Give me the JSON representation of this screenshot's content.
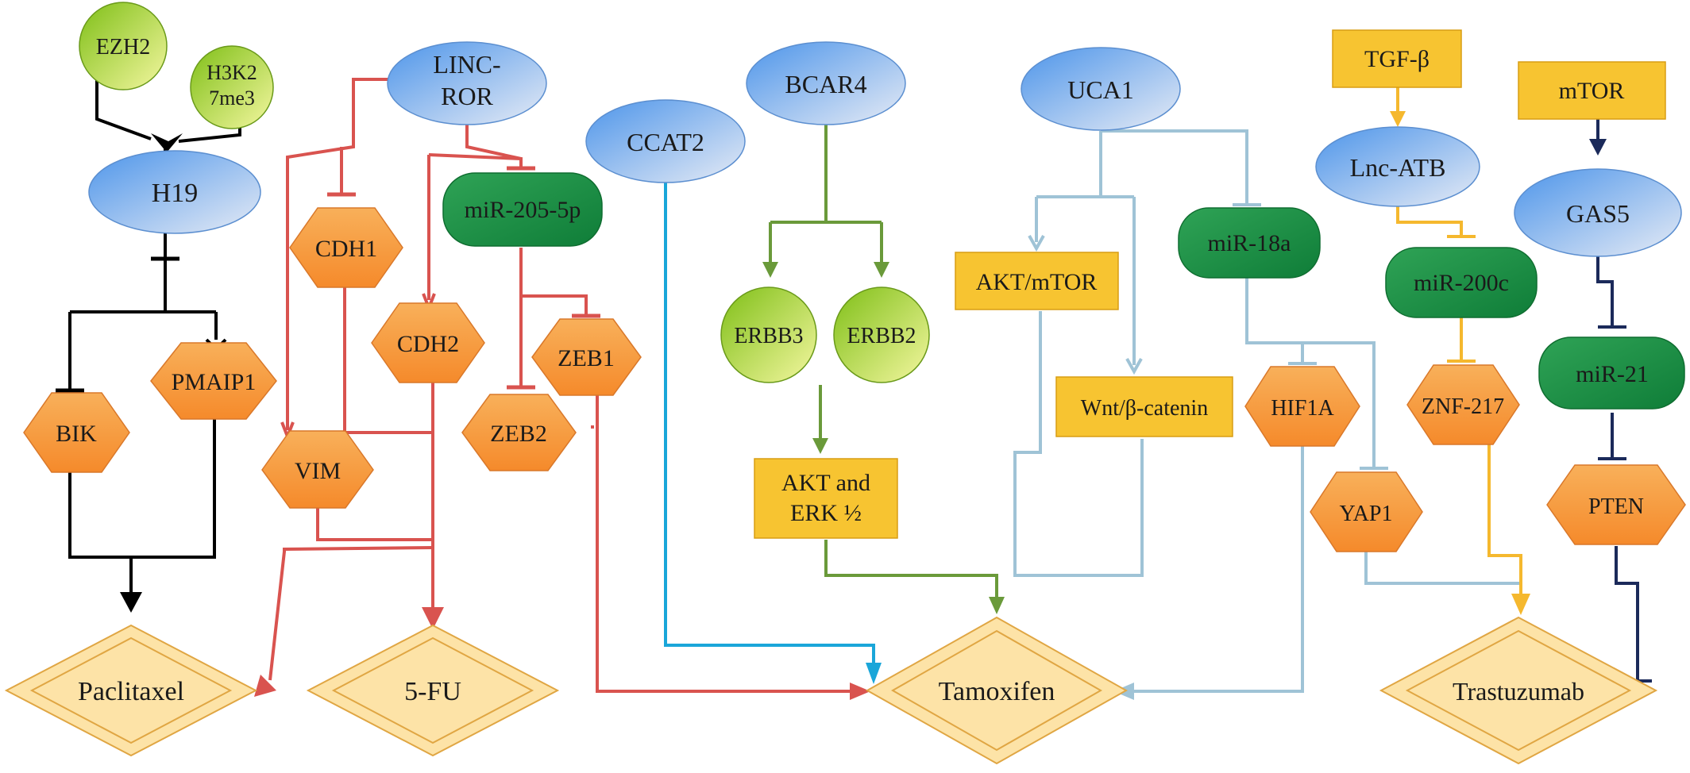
{
  "nodes": {
    "ezh2": "EZH2",
    "h3k27_line1": "H3K2",
    "h3k27_line2": "7me3",
    "h19": "H19",
    "bik": "BIK",
    "pmaip1": "PMAIP1",
    "paclitaxel": "Paclitaxel",
    "linc_ror_line1": "LINC-",
    "linc_ror_line2": "ROR",
    "cdh1": "CDH1",
    "cdh2": "CDH2",
    "vim": "VIM",
    "mir205": "miR-205-5p",
    "zeb1": "ZEB1",
    "zeb2": "ZEB2",
    "fu5": "5-FU",
    "ccat2": "CCAT2",
    "bcar4": "BCAR4",
    "erbb3": "ERBB3",
    "erbb2": "ERBB2",
    "akt_erk_line1": "AKT and",
    "akt_erk_line2": "ERK ½",
    "uca1": "UCA1",
    "akt_mtor": "AKT/mTOR",
    "wnt": "Wnt/β-catenin",
    "mir18a": "miR-18a",
    "hif1a": "HIF1A",
    "yap1": "YAP1",
    "tamoxifen": "Tamoxifen",
    "tgfb": "TGF-β",
    "lnc_atb": "Lnc-ATB",
    "mir200c": "miR-200c",
    "znf217": "ZNF-217",
    "mtor": "mTOR",
    "gas5": "GAS5",
    "mir21": "miR-21",
    "pten": "PTEN",
    "trastuzumab": "Trastuzumab"
  },
  "colors": {
    "h19_path": "#000000",
    "linc_ror_path": "#d9534f",
    "ccat2_path": "#1aa6d9",
    "bcar4_path": "#6a9a3a",
    "uca1_path": "#9fc3d6",
    "lnc_atb_path": "#f5b82e",
    "gas5_path": "#1b2a5a",
    "lncrna_fill": "#6fa8e8",
    "mirna_fill": "#1f9a48",
    "gene_fill": "#f79a3e",
    "drug_fill": "#fde3a7",
    "pathway_fill": "#f7c431",
    "modifier_fill": "#a8d32a"
  }
}
